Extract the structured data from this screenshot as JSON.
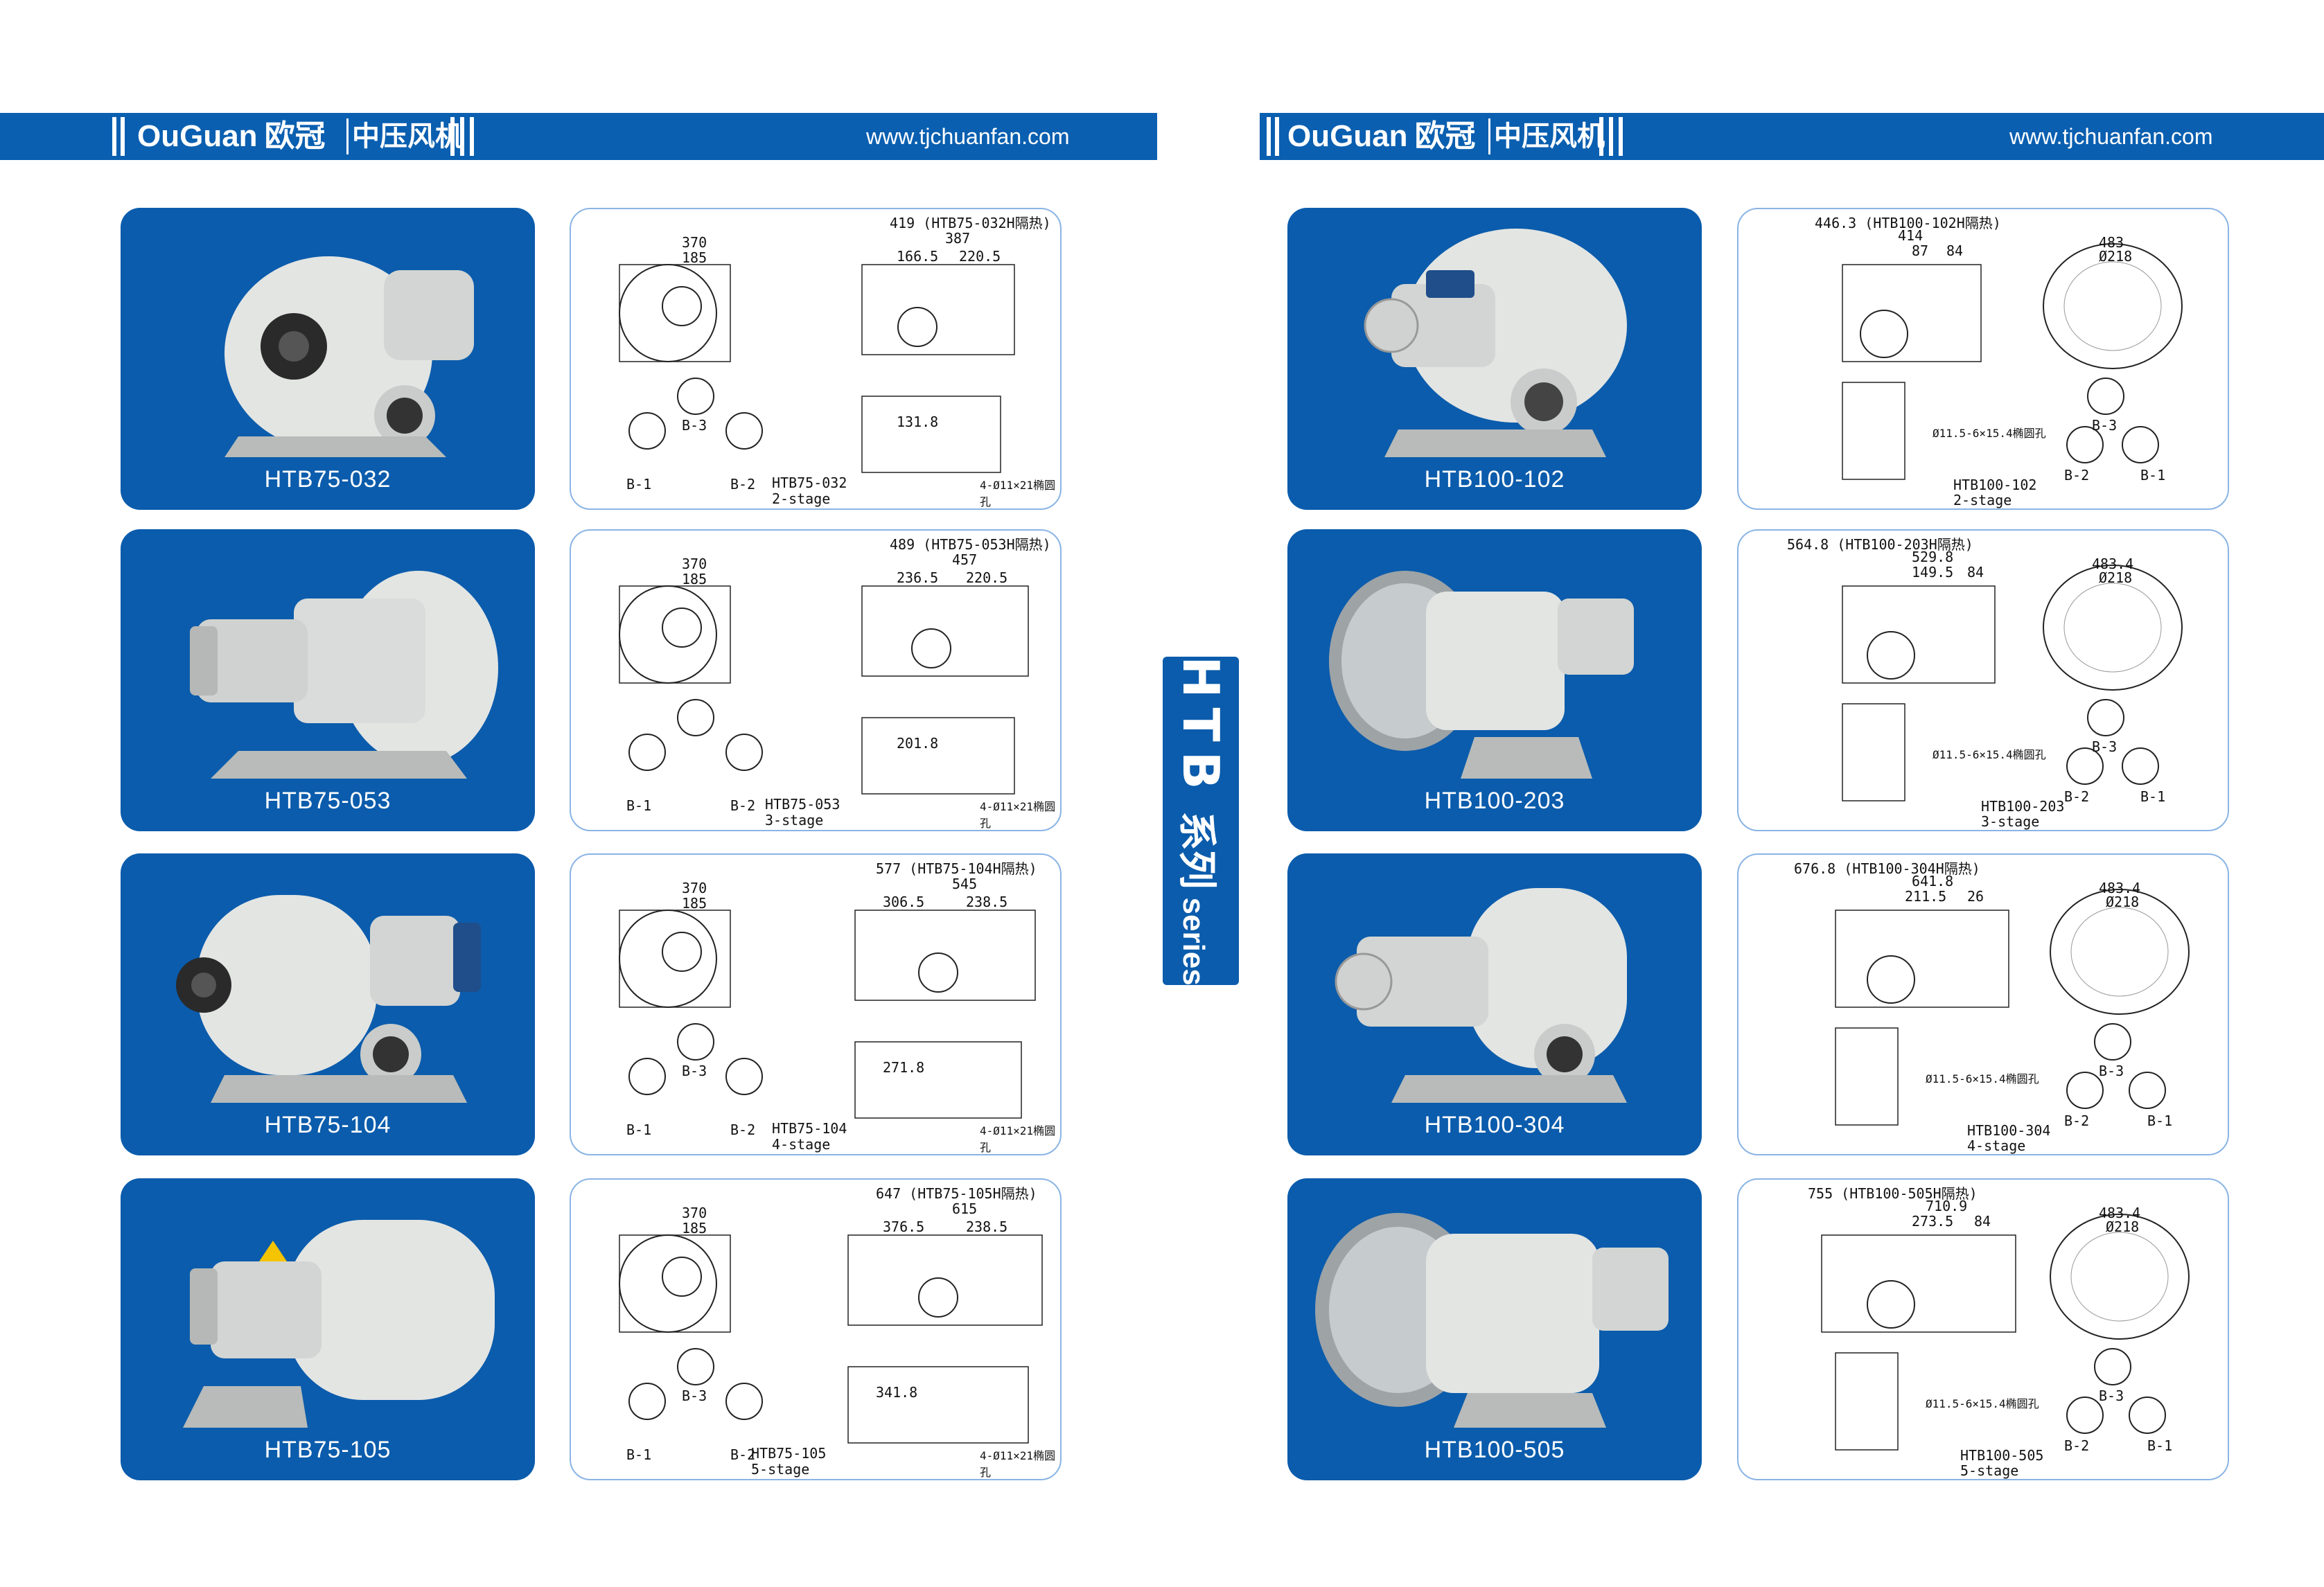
{
  "header": {
    "brand_en": "OuGuan",
    "brand_cn": "欧冠",
    "subtitle": "中压风机",
    "url": "www.tjchuanfan.com"
  },
  "series_label": {
    "main": "HTB",
    "cn": "系列",
    "en": "series"
  },
  "left_models": [
    {
      "name": "HTB75-032",
      "stage": "2-stage",
      "total": "419 (HTB75-032H隔热)",
      "len": "387",
      "a": "166.5",
      "b": "220.5",
      "slot": "4-Ø11×21椭圆孔",
      "base": "131.8",
      "top": "370",
      "h": "185"
    },
    {
      "name": "HTB75-053",
      "stage": "3-stage",
      "total": "489 (HTB75-053H隔热)",
      "len": "457",
      "a": "236.5",
      "b": "220.5",
      "slot": "4-Ø11×21椭圆孔",
      "base": "201.8",
      "top": "370",
      "h": "185"
    },
    {
      "name": "HTB75-104",
      "stage": "4-stage",
      "total": "577 (HTB75-104H隔热)",
      "len": "545",
      "a": "306.5",
      "b": "238.5",
      "slot": "4-Ø11×21椭圆孔",
      "base": "271.8",
      "top": "370",
      "h": "185"
    },
    {
      "name": "HTB75-105",
      "stage": "5-stage",
      "total": "647 (HTB75-105H隔热)",
      "len": "615",
      "a": "376.5",
      "b": "238.5",
      "slot": "4-Ø11×21椭圆孔",
      "base": "341.8",
      "top": "370",
      "h": "185"
    }
  ],
  "right_models": [
    {
      "name": "HTB100-102",
      "stage": "2-stage",
      "total": "446.3 (HTB100-102H隔热)",
      "len": "414",
      "a": "87",
      "b": "84",
      "w": "483",
      "d": "Ø218",
      "hole": "Ø11.5-6×15.4椭圆孔"
    },
    {
      "name": "HTB100-203",
      "stage": "3-stage",
      "total": "564.8 (HTB100-203H隔热)",
      "len": "529.8",
      "a": "149.5",
      "b": "84",
      "w": "483.4",
      "d": "Ø218",
      "hole": "Ø11.5-6×15.4椭圆孔"
    },
    {
      "name": "HTB100-304",
      "stage": "4-stage",
      "total": "676.8 (HTB100-304H隔热)",
      "len": "641.8",
      "a": "211.5",
      "b": "26",
      "w": "483.4",
      "d": "Ø218",
      "hole": "Ø11.5-6×15.4椭圆孔"
    },
    {
      "name": "HTB100-505",
      "stage": "5-stage",
      "total": "755 (HTB100-505H隔热)",
      "len": "710.9",
      "a": "273.5",
      "b": "84",
      "w": "483.4",
      "d": "Ø218",
      "hole": "Ø11.5-6×15.4椭圆孔"
    }
  ],
  "views": {
    "b1": "B-1",
    "b2": "B-2",
    "b3": "B-3"
  },
  "colors": {
    "blue": "#0b5cac",
    "header_blue": "#0a5fb0",
    "border": "#8ab4e4"
  }
}
